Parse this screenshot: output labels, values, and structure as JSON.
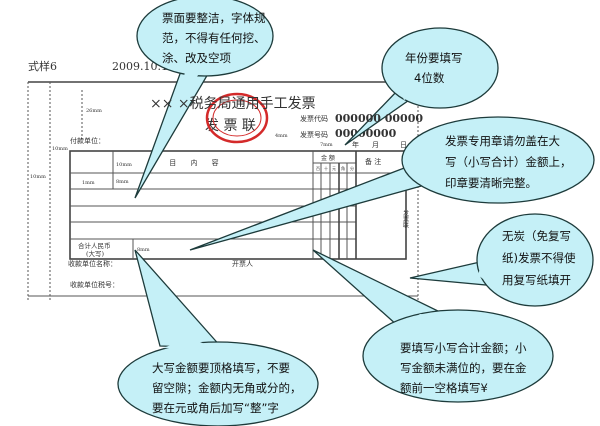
{
  "form": {
    "sample_label": "式样6",
    "date": "2009.10.16",
    "title": "××  ×税务局通用手工发票",
    "subtitle": "发 票 联",
    "invoice_code_label": "发票代码",
    "invoice_code": "000000 00000",
    "invoice_number_label": "发票号码",
    "invoice_number": "00000000",
    "payer_label": "付款单位：",
    "date_labels": [
      "年",
      "月",
      "日"
    ],
    "columns": {
      "item": "项 目 内 容",
      "amount": "金 额",
      "remarks": "备 注",
      "amount_units": [
        "百",
        "十",
        "元",
        "角",
        "分"
      ]
    },
    "total_label_1": "合计人民币",
    "total_label_2": "(大写)",
    "payee_name_label": "收款单位名称：",
    "issuer_label": "开票人",
    "payee_tax_label": "收款单位税号：",
    "side_label": "发票联",
    "dims": [
      "26mm",
      "10mm",
      "10mm",
      "1mm",
      "8mm",
      "4mm",
      "7mm",
      "8mm",
      "10mm"
    ],
    "stamp_color": "#d42a2a"
  },
  "callouts": [
    {
      "lines": [
        "票面要整洁，字体规",
        "范，不得有任何挖、",
        "涂、改及空项"
      ]
    },
    {
      "lines": [
        "年份要填写",
        "4位数"
      ]
    },
    {
      "lines": [
        "发票专用章请勿盖在大",
        "写（小写合计）金额上，",
        "印章要清晰完整。"
      ]
    },
    {
      "lines": [
        "无炭（免复写",
        "纸)发票不得使",
        "用复写纸填开"
      ]
    },
    {
      "lines": [
        "大写金额要顶格填写，不要",
        "留空隙；金额内无角或分的，",
        "要在元或角后加写“整”字"
      ]
    },
    {
      "lines": [
        "要填写小写合计金额；小",
        "写金额未满位的，要在金",
        "额前一空格填写¥"
      ]
    }
  ],
  "colors": {
    "callout_fill": "#c5f0f7",
    "callout_border": "#1d3b3b"
  }
}
